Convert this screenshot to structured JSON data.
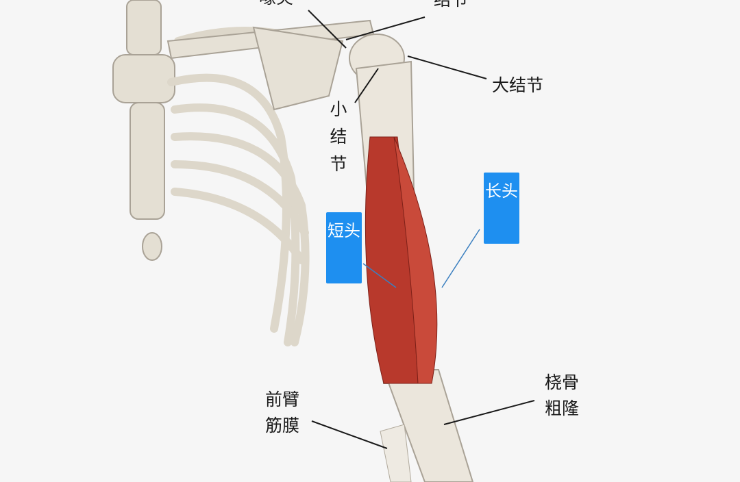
{
  "labels": {
    "coracoid": "喙突",
    "supraglenoid": "盂上结节",
    "greater_tubercle": "大结节",
    "lesser_tubercle": "小结节",
    "long_head": "长头",
    "short_head": "短头",
    "radial_tuberosity": "桡骨粗隆",
    "bicipital_aponeurosis": "前臂筋膜"
  },
  "colors": {
    "muscle": "#c0392b",
    "bone": "#e6e1d6",
    "tag": "#1e8ff0"
  }
}
